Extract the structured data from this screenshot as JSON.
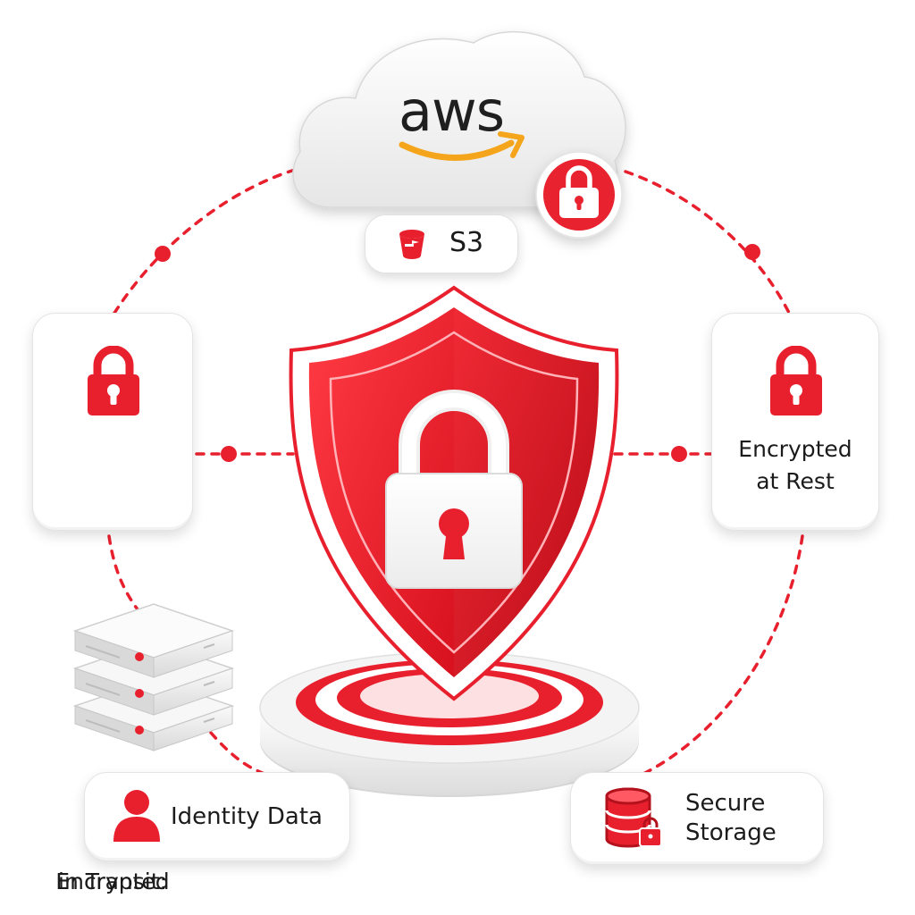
{
  "header": {
    "brand": "aws"
  },
  "cloud_badge": {
    "label": "S3",
    "icon": "bucket-icon"
  },
  "nodes": {
    "transit": {
      "line1": "Encrypted",
      "line2": "in Transit:",
      "icon": "lock-icon"
    },
    "rest": {
      "line1": "Encrypted",
      "line2": "at Rest",
      "icon": "lock-icon"
    },
    "identity": {
      "label": "Identity Data",
      "icon": "user-icon"
    },
    "storage": {
      "line1": "Secure",
      "line2": "Storage",
      "icon": "database-lock-icon"
    }
  },
  "center": {
    "icon": "shield-lock-icon"
  },
  "colors": {
    "accent": "#e8202e",
    "accent_dark": "#b3121d",
    "aws_orange": "#f4a51c",
    "text": "#1b1b1b"
  }
}
